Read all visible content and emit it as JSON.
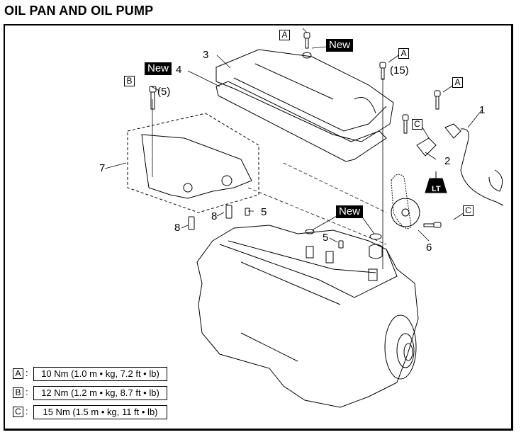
{
  "title": "OIL PAN AND OIL PUMP",
  "callouts": {
    "c1": "1",
    "c2": "2",
    "c3": "3",
    "c4": "4",
    "c5a": "5",
    "c5b": "5",
    "c6": "6",
    "c7": "7",
    "c8a": "8",
    "c8b": "8"
  },
  "new_tags": {
    "gasket": "New",
    "washer": "New",
    "oring": "New"
  },
  "torque_refs": {
    "a_top": "A",
    "a_right": "A",
    "a_far_right": "A",
    "b_pump": "B",
    "c_switch": "C",
    "c_sprocket": "C"
  },
  "bolt_notes": {
    "b_pump_qty": "(5)",
    "a_right_qty": "(15)"
  },
  "sealant_label": "LT",
  "torque_specs": [
    {
      "letter": "A",
      "value": "10 Nm (1.0 m • kg, 7.2 ft • lb)"
    },
    {
      "letter": "B",
      "value": "12 Nm (1.2 m • kg, 8.7 ft • lb)"
    },
    {
      "letter": "C",
      "value": "15 Nm (1.5 m • kg, 11 ft • lb)"
    }
  ]
}
